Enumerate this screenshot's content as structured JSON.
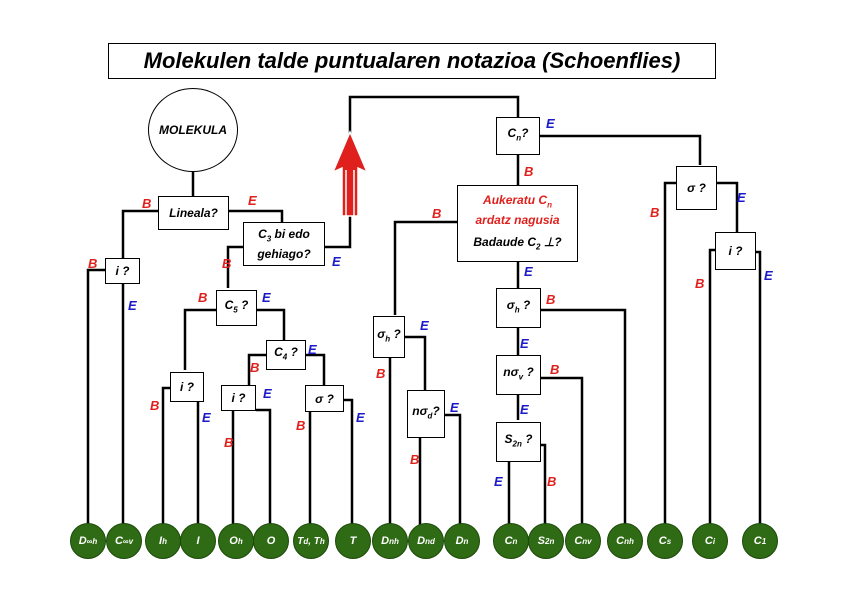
{
  "title": "Molekulen talde puntualaren notazioa (Schoenflies)",
  "colors": {
    "B": "#e0201c",
    "E": "#1a1ac8",
    "leaf": "#2e6b14",
    "arrow": "#e0201c"
  },
  "edge_labels": {
    "yes": "B",
    "no": "E"
  },
  "nodes": {
    "molekula": "MOLEKULA",
    "lineala": "Lineala?",
    "c3_more": {
      "line1": "C",
      "line1_sub": "3",
      "line1_rest": " bi edo",
      "line2": "gehiago?"
    },
    "i_linear": "i ?",
    "c5": {
      "main": "C",
      "sub": "5",
      "rest": " ?"
    },
    "i_c5": "i ?",
    "c4": {
      "main": "C",
      "sub": "4",
      "rest": " ?"
    },
    "i_c4": "i ?",
    "sigma_c4": "σ ?",
    "cn": {
      "main": "C",
      "sub": "n",
      "rest": "?"
    },
    "aukeratu": {
      "line1": "Aukeratu C",
      "line1_sub": "n",
      "line2": "ardatz nagusia",
      "line3": "Badaude C",
      "line3_sub": "2",
      "line3_rest": " ⊥?"
    },
    "sigma_h_left": {
      "main": "σ",
      "sub": "h",
      "rest": " ?"
    },
    "nsigma_d": {
      "main": "nσ",
      "sub": "d",
      "rest": "?"
    },
    "sigma_h_mid": {
      "main": "σ",
      "sub": "h",
      "rest": " ?"
    },
    "nsigma_v": {
      "main": "nσ",
      "sub": "v",
      "rest": " ?"
    },
    "s2n": {
      "main": "S",
      "sub": "2n",
      "rest": " ?"
    },
    "sigma_right": "σ ?",
    "i_right": "i ?"
  },
  "leaves": [
    {
      "main": "D",
      "sub": "∞h"
    },
    {
      "main": "C",
      "sub": "∞v"
    },
    {
      "main": "I",
      "sub": "h"
    },
    {
      "main": "I",
      "sub": ""
    },
    {
      "main": "O",
      "sub": "h"
    },
    {
      "main": "O",
      "sub": ""
    },
    {
      "main": "T",
      "sub": "d",
      "main2": ", T",
      "sub2": "h"
    },
    {
      "main": "T",
      "sub": ""
    },
    {
      "main": "D",
      "sub": "nh"
    },
    {
      "main": "D",
      "sub": "nd"
    },
    {
      "main": "D",
      "sub": "n"
    },
    {
      "main": "C",
      "sub": "n"
    },
    {
      "main": "S",
      "sub": "2n"
    },
    {
      "main": "C",
      "sub": "nv"
    },
    {
      "main": "C",
      "sub": "nh"
    },
    {
      "main": "C",
      "sub": "s"
    },
    {
      "main": "C",
      "sub": "i"
    },
    {
      "main": "C",
      "sub": "1"
    }
  ]
}
